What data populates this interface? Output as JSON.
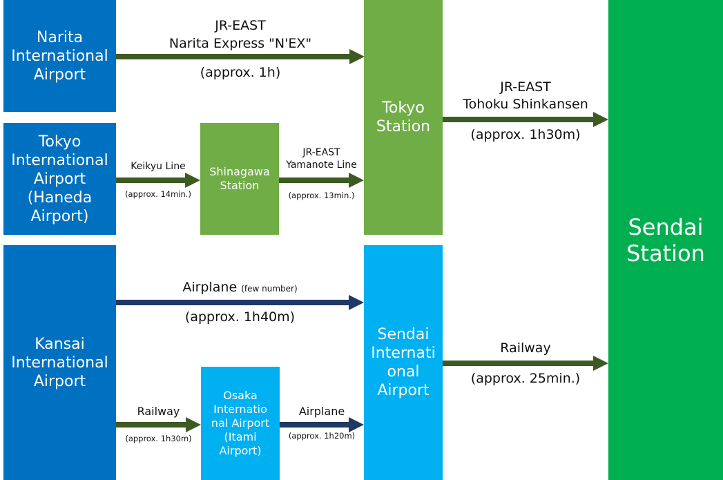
{
  "colors": {
    "airport_blue": "#0070c0",
    "light_blue": "#00b0f0",
    "station_green": "#70ad47",
    "sendai_green": "#00b050",
    "rail_arrow": "#3d5a23",
    "air_arrow": "#1f3864"
  },
  "boxes": {
    "narita": "Narita\nInternational\nAirport",
    "haneda": "Tokyo\nInternational\nAirport\n(Haneda\nAirport)",
    "kansai": "Kansai\nInternational\nAirport",
    "shinagawa": "Shinagawa\nStation",
    "tokyo": "Tokyo\nStation",
    "sendai_airport": "Sendai\nInternati\nonal\nAirport",
    "itami": "Osaka\nInternatio\nnal Airport\n(Itami\nAirport)",
    "sendai_station": "Sendai\nStation"
  },
  "routes": {
    "nex_title": "JR-EAST\nNarita Express \"N'EX\"",
    "nex_time": "(approx. 1h)",
    "keikyu_title": "Keikyu Line",
    "keikyu_time": "(approx. 14min.)",
    "yamanote_title": "JR-EAST\nYamanote Line",
    "yamanote_time": "(approx. 13min.)",
    "shinkansen_title": "JR-EAST\nTohoku Shinkansen",
    "shinkansen_time": "(approx. 1h30m)",
    "airplane_title": "Airplane",
    "airplane_note": "(few number)",
    "airplane_time": "(approx. 1h40m)",
    "railway_sendai_title": "Railway",
    "railway_sendai_time": "(approx. 25min.)",
    "railway_kansai_title": "Railway",
    "railway_kansai_time": "(approx. 1h30m)",
    "itami_air_title": "Airplane",
    "itami_air_time": "(approx. 1h20m)"
  }
}
